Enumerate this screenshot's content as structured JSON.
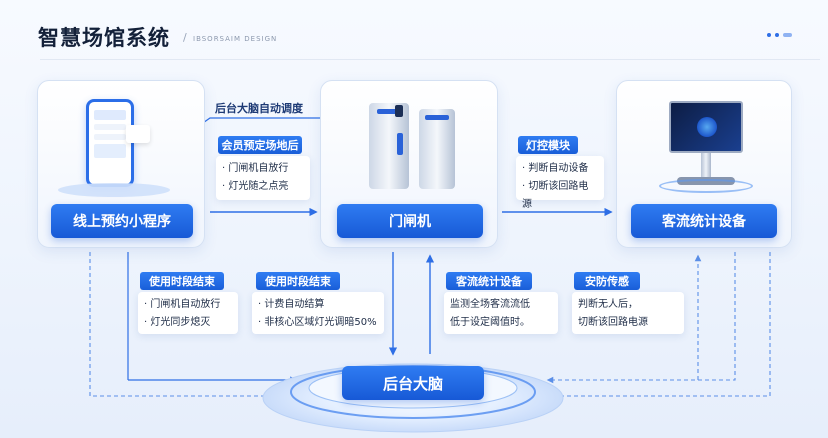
{
  "header": {
    "title": "智慧场馆系统",
    "separator": "/",
    "subtitle": "IBSORSAIM DESIGN"
  },
  "nodes": {
    "miniprogram": "线上预约小程序",
    "gate": "门闸机",
    "counter": "客流统计设备",
    "backend": "后台大脑"
  },
  "flow_labels": {
    "auto_dispatch": "后台大脑自动调度"
  },
  "callouts": {
    "booking": {
      "title": "会员预定场地后",
      "lines": [
        "· 门闸机自放行",
        "· 灯光随之点亮"
      ]
    },
    "light": {
      "title": "灯控模块",
      "lines": [
        "· 判断自动设备",
        "· 切断该回路电源"
      ]
    },
    "end1": {
      "title": "使用时段结束",
      "lines": [
        "· 门闸机自动放行",
        "· 灯光同步熄灭"
      ]
    },
    "end2": {
      "title": "使用时段结束",
      "lines": [
        "· 计费自动结算",
        "· 非核心区域灯光调暗50%"
      ]
    },
    "count": {
      "title": "客流统计设备",
      "lines": [
        "监测全场客流流低",
        "低于设定阈值时。"
      ]
    },
    "security": {
      "title": "安防传感",
      "lines": [
        "判断无人后，",
        "切断该回路电源"
      ]
    }
  },
  "colors": {
    "accent": "#1f66e0",
    "line": "#3b7ce6",
    "dashed": "#5b8fe8"
  }
}
